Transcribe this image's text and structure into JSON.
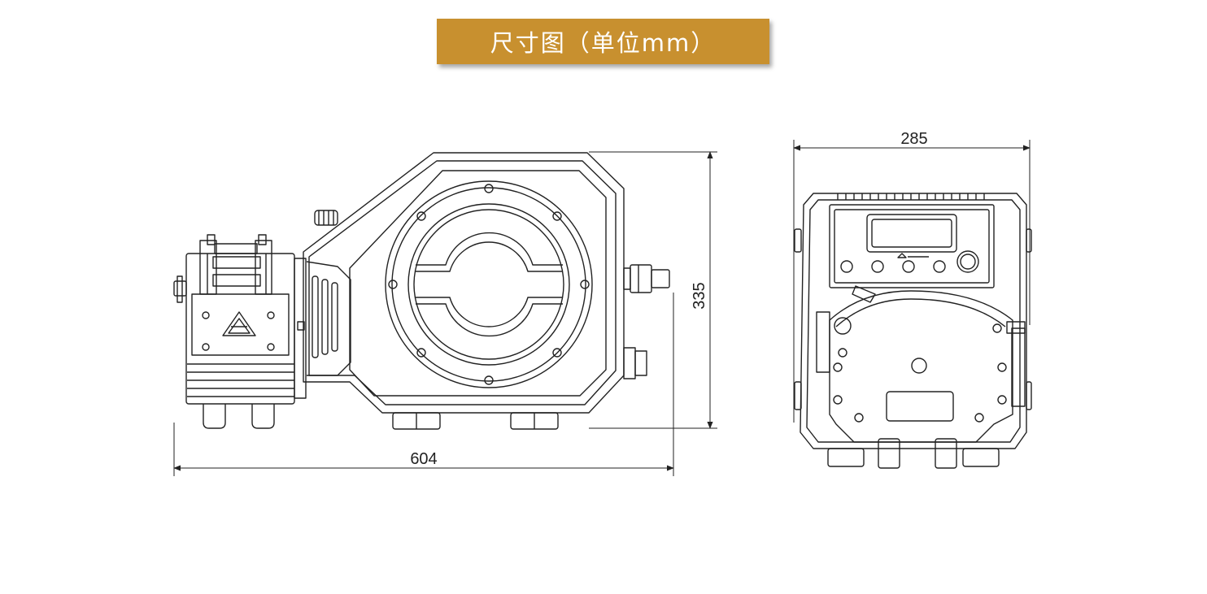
{
  "title": "尺寸图（单位mm）",
  "colors": {
    "banner": "#c8902f",
    "banner_text": "#ffffff",
    "line": "#222222"
  },
  "side_view": {
    "width_label": "604",
    "height_label": "335"
  },
  "front_view": {
    "width_label": "285"
  }
}
